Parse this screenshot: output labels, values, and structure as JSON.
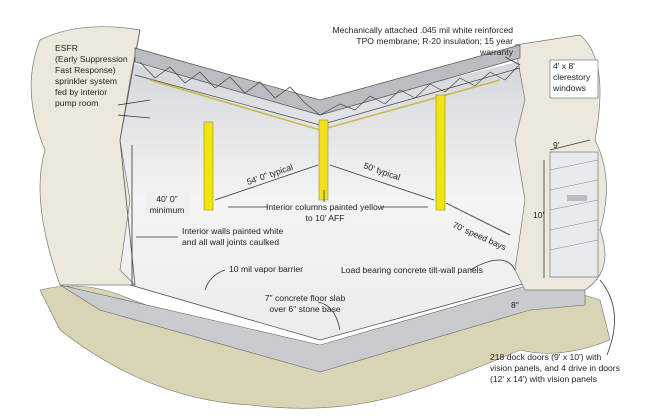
{
  "colors": {
    "column": "#f2e21c",
    "wall": "#ece9dc",
    "floor": "#efefef",
    "soil": "#d9d4b4",
    "slab": "#c9cbcf"
  },
  "labels": {
    "esfr": [
      "ESFR",
      "(Early Suppression",
      "Fast Response)",
      "sprinkler system",
      "fed by interior",
      "pump room"
    ],
    "roof": [
      "Mechanically attached .045 mil white reinforced",
      "TPO membrane; R-20 insulation; 15 year",
      "warranty"
    ],
    "clerestory": [
      "4' x 8'",
      "clerestory",
      "windows"
    ],
    "height": [
      "40' 0\"",
      "minimum"
    ],
    "span_left": "54' 0\" typical",
    "span_right": "50' typical",
    "speed_bays": "70' speed bays",
    "columns": [
      "Interior columns painted yellow",
      "to 10' AFF"
    ],
    "walls": [
      "Interior walls painted white",
      "and all wall joints caulked"
    ],
    "vapor": "10 mil vapor barrier",
    "tiltwall": "Load bearing concrete tilt-wall panels",
    "slab": [
      "7\" concrete floor slab",
      "over 6\" stone base"
    ],
    "doors": [
      "218 dock doors (9' x 10') with",
      "vision panels, and 4 drive in doors",
      "(12' x 14') with vision panels"
    ],
    "door_width": "9'",
    "door_height": "10'",
    "wall_thickness": "8\""
  }
}
